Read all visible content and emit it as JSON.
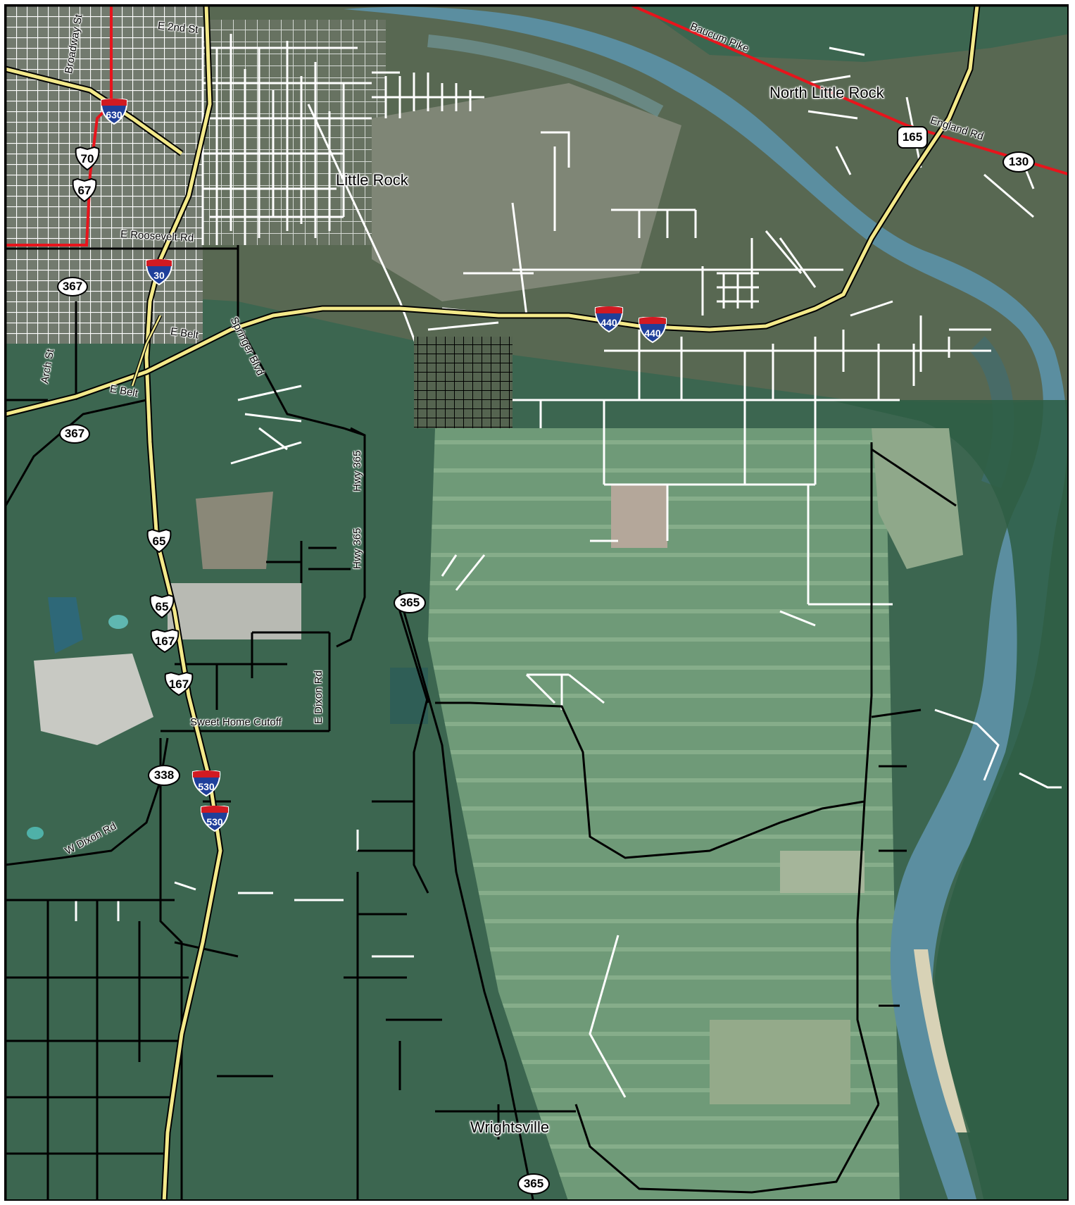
{
  "map": {
    "places": [
      {
        "id": "little-rock",
        "label": "Little Rock"
      },
      {
        "id": "north-little-rock",
        "label": "North Little Rock"
      },
      {
        "id": "wrightsville",
        "label": "Wrightsville"
      }
    ],
    "road_labels": [
      {
        "id": "e-2nd-st",
        "label": "E 2nd St"
      },
      {
        "id": "broadway-st",
        "label": "Broadway St"
      },
      {
        "id": "baucum-pike",
        "label": "Baucum Pike"
      },
      {
        "id": "england-rd",
        "label": "England Rd"
      },
      {
        "id": "e-roosevelt-rd",
        "label": "E Roosevelt Rd"
      },
      {
        "id": "springer-blvd",
        "label": "Springer Blvd"
      },
      {
        "id": "e-belt-1",
        "label": "E Belt"
      },
      {
        "id": "e-belt-2",
        "label": "E Belt"
      },
      {
        "id": "arch-st",
        "label": "Arch St"
      },
      {
        "id": "hwy-365-1",
        "label": "Hwy 365"
      },
      {
        "id": "hwy-365-2",
        "label": "Hwy 365"
      },
      {
        "id": "e-dixon-rd",
        "label": "E Dixon Rd"
      },
      {
        "id": "sweet-home-cutoff",
        "label": "Sweet Home Cutoff"
      },
      {
        "id": "w-dixon-rd",
        "label": "W Dixon Rd"
      }
    ],
    "shields": [
      {
        "id": "i-630",
        "type": "interstate",
        "label": "630"
      },
      {
        "id": "us-70",
        "type": "us",
        "label": "70"
      },
      {
        "id": "us-67",
        "type": "us",
        "label": "67"
      },
      {
        "id": "i-30",
        "type": "interstate",
        "label": "30"
      },
      {
        "id": "ar-367-a",
        "type": "state",
        "label": "367"
      },
      {
        "id": "ar-367-b",
        "type": "state",
        "label": "367"
      },
      {
        "id": "i-440-a",
        "type": "interstate",
        "label": "440"
      },
      {
        "id": "i-440-b",
        "type": "interstate",
        "label": "440"
      },
      {
        "id": "ar-165",
        "type": "state",
        "label": "165"
      },
      {
        "id": "ar-130",
        "type": "state",
        "label": "130"
      },
      {
        "id": "us-65-a",
        "type": "us",
        "label": "65"
      },
      {
        "id": "us-65-b",
        "type": "us",
        "label": "65"
      },
      {
        "id": "us-167-a",
        "type": "us",
        "label": "167"
      },
      {
        "id": "us-167-b",
        "type": "us",
        "label": "167"
      },
      {
        "id": "ar-365-a",
        "type": "state",
        "label": "365"
      },
      {
        "id": "ar-365-b",
        "type": "state",
        "label": "365"
      },
      {
        "id": "ar-338",
        "type": "state",
        "label": "338"
      },
      {
        "id": "i-530-a",
        "type": "interstate",
        "label": "530"
      },
      {
        "id": "i-530-b",
        "type": "interstate",
        "label": "530"
      }
    ],
    "colors": {
      "city_limit": "#e8141c",
      "interstate_fill": "#f3e98a",
      "local_road": "#ffffff",
      "rural_road": "#000000",
      "river": "#5b8ea0",
      "shield_blue": "#1f3f9a",
      "shield_red": "#d11a22"
    }
  }
}
